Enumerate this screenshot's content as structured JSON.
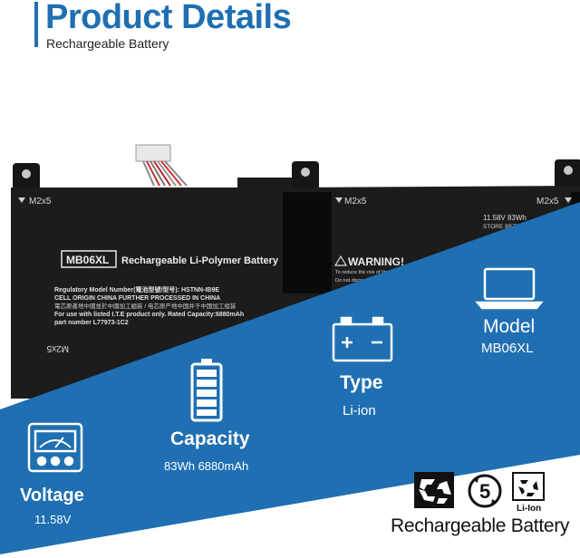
{
  "header": {
    "title": "Product Details",
    "subtitle": "Rechargeable Battery"
  },
  "battery": {
    "screw_labels": [
      "M2x5",
      "M2x5",
      "M2x5",
      "M2x5"
    ],
    "model_badge": "MB06XL",
    "type_label": "Rechargeable Li-Polymer Battery",
    "reg_line": "Regulatory Model Number(電池型號/型号): HSTNN-IB9E",
    "origin_line": "CELL ORIGIN CHINA FURTHER PROCESSED IN CHINA",
    "chinese_line": "電芯原產地中國並於中國加工組裝 / 电芯原产地中国并于中国加工组装",
    "listed_line": "For use with listed I.T.E product only.  Rated Capacity:6880mAh",
    "part_line": "part number L77973-1C2",
    "warning_title": "WARNING!",
    "warning_line1": "To reduce the risk of fire",
    "warning_line2": "Do not dispo",
    "spec_line1": "11.58V  83Wh",
    "spec_line2": "STORE BETWE"
  },
  "specs": {
    "model": {
      "title": "Model",
      "value": "MB06XL"
    },
    "type": {
      "title": "Type",
      "value": "Li-ion"
    },
    "capacity": {
      "title": "Capacity",
      "value": "83Wh 6880mAh"
    },
    "voltage": {
      "title": "Voltage",
      "value": "11.58V"
    }
  },
  "footer": {
    "recycle_number": "5",
    "liion_label": "Li-Ion",
    "text": "Rechargeable Battery"
  },
  "colors": {
    "accent": "#1f6fb2",
    "battery_body": "#1c1c1c",
    "icon_white": "#ffffff"
  }
}
